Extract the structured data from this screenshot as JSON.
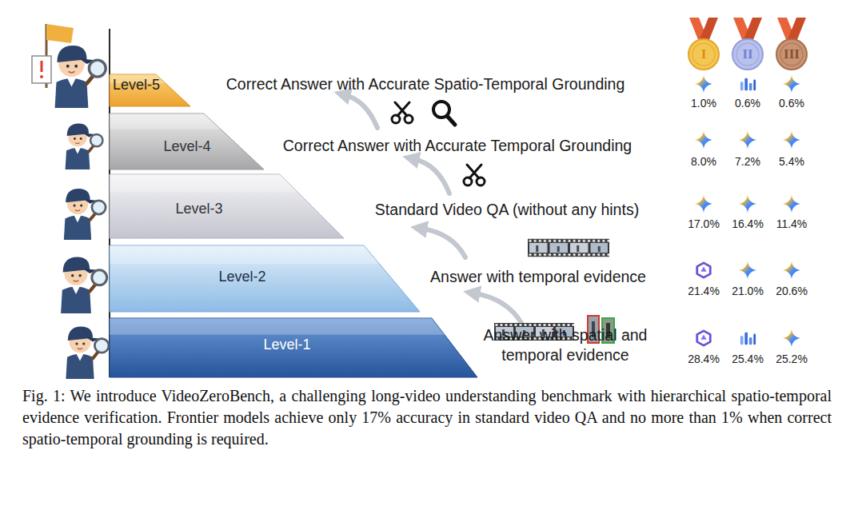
{
  "diagram": {
    "caption": "Fig. 1: We introduce VideoZeroBench, a challenging long-video understanding benchmark with hierarchical spatio-temporal evidence verification. Frontier models achieve only 17% accuracy in standard video QA and no more than 1% when correct spatio-temporal grounding is required.",
    "nodes": [
      {
        "text": [
          "I"
        ]
      },
      {
        "text": [
          "II"
        ]
      },
      {
        "text": [
          "III"
        ]
      },
      {
        "text": [
          "Level-5"
        ]
      },
      {
        "text": [
          "Level-4"
        ]
      },
      {
        "text": [
          "Level-3"
        ]
      },
      {
        "text": [
          "Level-2"
        ]
      },
      {
        "text": [
          "Level-1"
        ]
      }
    ],
    "labels": [
      "Correct Answer with Accurate Spatio-Temporal Grounding",
      "1.0%",
      "0.6%",
      "0.6%",
      "Correct Answer with Accurate Temporal Grounding",
      "8.0%",
      "7.2%",
      "5.4%",
      "Standard Video QA (without any hints)",
      "17.0%",
      "16.4%",
      "11.4%",
      "Answer with temporal evidence",
      "21.4%",
      "21.0%",
      "20.6%",
      "Answer with spatial and temporal evidence",
      "28.4%",
      "25.4%",
      "25.2%"
    ]
  }
}
